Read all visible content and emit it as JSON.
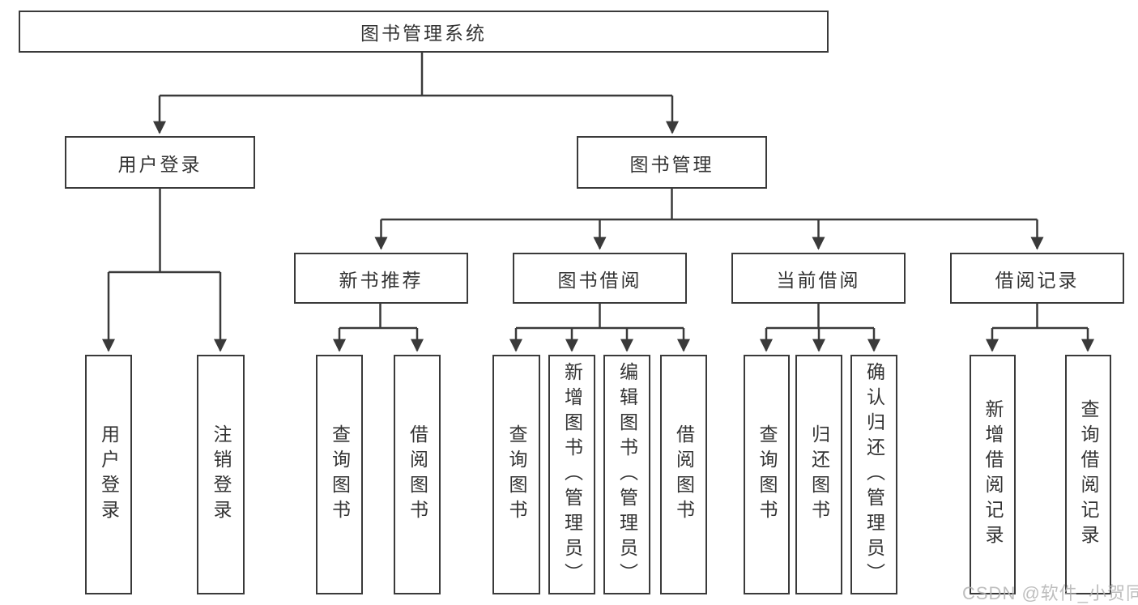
{
  "diagram": {
    "root": {
      "label": "图书管理系统"
    },
    "branches": [
      {
        "label": "用户登录",
        "children": [
          {
            "label": "用户登录"
          },
          {
            "label": "注销登录"
          }
        ]
      },
      {
        "label": "图书管理",
        "children": [
          {
            "label": "新书推荐",
            "children": [
              {
                "label": "查询图书"
              },
              {
                "label": "借阅图书"
              }
            ]
          },
          {
            "label": "图书借阅",
            "children": [
              {
                "label": "查询图书"
              },
              {
                "label": "新增图书（管理员）"
              },
              {
                "label": "编辑图书（管理员）"
              },
              {
                "label": "借阅图书"
              }
            ]
          },
          {
            "label": "当前借阅",
            "children": [
              {
                "label": "查询图书"
              },
              {
                "label": "归还图书"
              },
              {
                "label": "确认归还（管理员）"
              }
            ]
          },
          {
            "label": "借阅记录",
            "children": [
              {
                "label": "新增借阅记录"
              },
              {
                "label": "查询借阅记录"
              }
            ]
          }
        ]
      }
    ]
  },
  "watermark": "CSDN @软件_小贺同学",
  "colors": {
    "line": "#3a3a3a",
    "box_border": "#3a3a3a",
    "box_fill": "#ffffff",
    "text": "#333333",
    "watermark": "#b3b3b3",
    "background": "#ffffff"
  }
}
